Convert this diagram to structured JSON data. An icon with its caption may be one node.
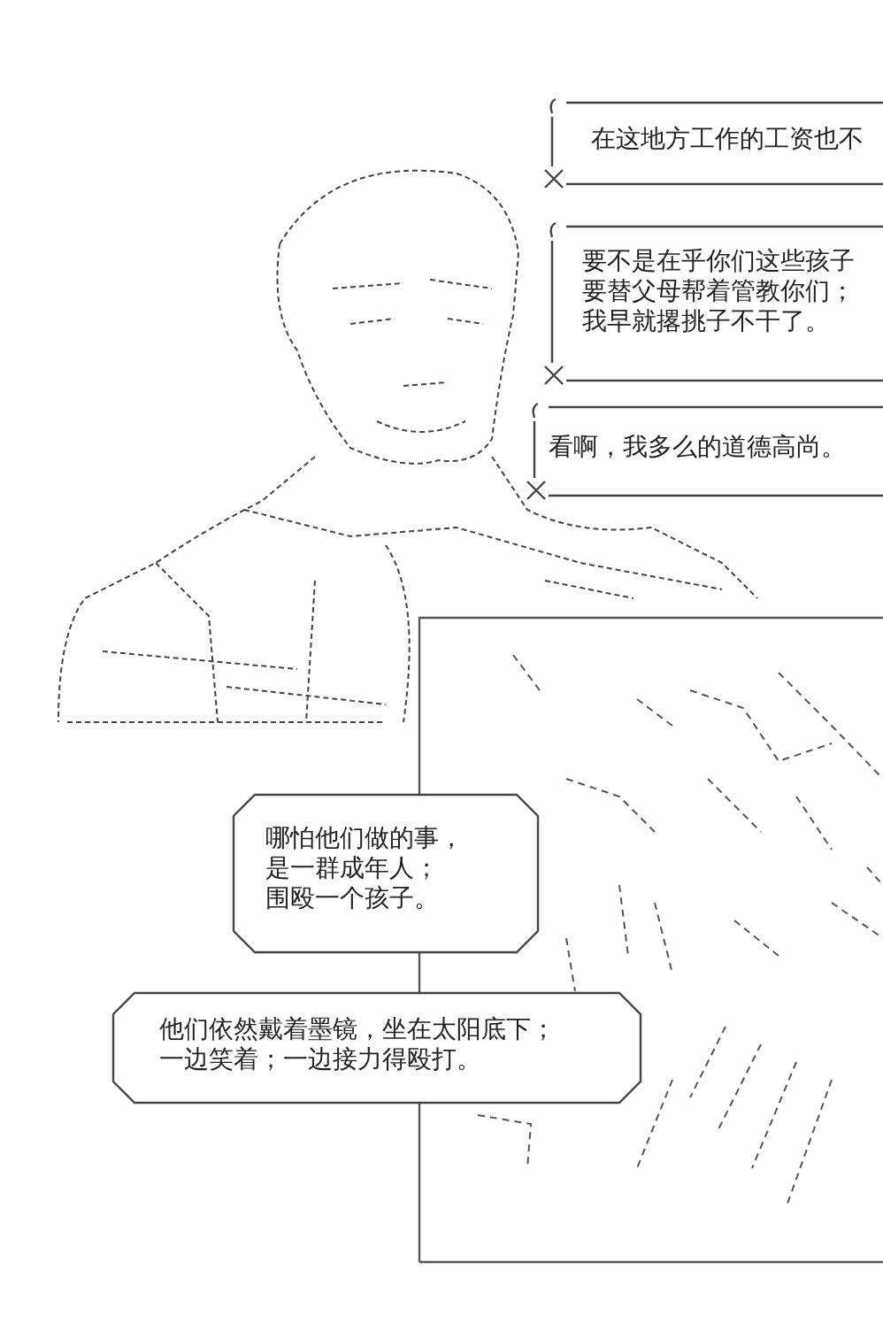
{
  "diagram": {
    "nodes": [
      {
        "text": [
          "在这地方工作的工资也不"
        ]
      },
      {
        "text": [
          "要不是在乎你们这些孩子要替父母帮着管教你们；我早就撂挑子不干了。"
        ]
      },
      {
        "text": [
          "看啊，我多么的道德高尚。"
        ]
      },
      {
        "text": [
          "哪怕他们做的事，是一群成年人；围殴一个孩子。"
        ]
      },
      {
        "text": [
          "他们依然戴着墨镜，坐在太阳底下；一边笑着；一边接力得殴打。"
        ]
      }
    ]
  }
}
